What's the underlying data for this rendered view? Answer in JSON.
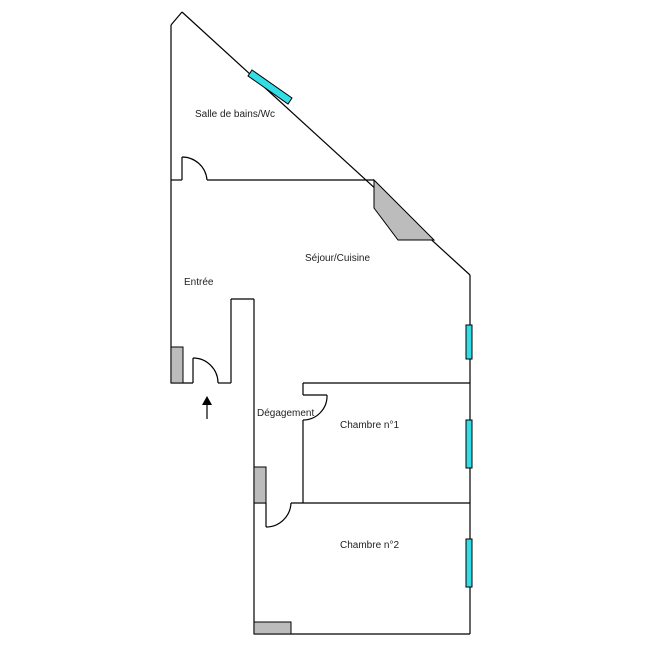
{
  "rooms": [
    {
      "name": "Salle de bains/Wc"
    },
    {
      "name": "Séjour/Cuisine"
    },
    {
      "name": "Entrée"
    },
    {
      "name": "Dégagement"
    },
    {
      "name": "Chambre n°1"
    },
    {
      "name": "Chambre n°2"
    }
  ],
  "colors": {
    "wall": "#000000",
    "window": "#33dde6",
    "fixture": "#bcbcbc",
    "background": "#ffffff"
  },
  "icons": {
    "entrance": "up-arrow-icon"
  }
}
